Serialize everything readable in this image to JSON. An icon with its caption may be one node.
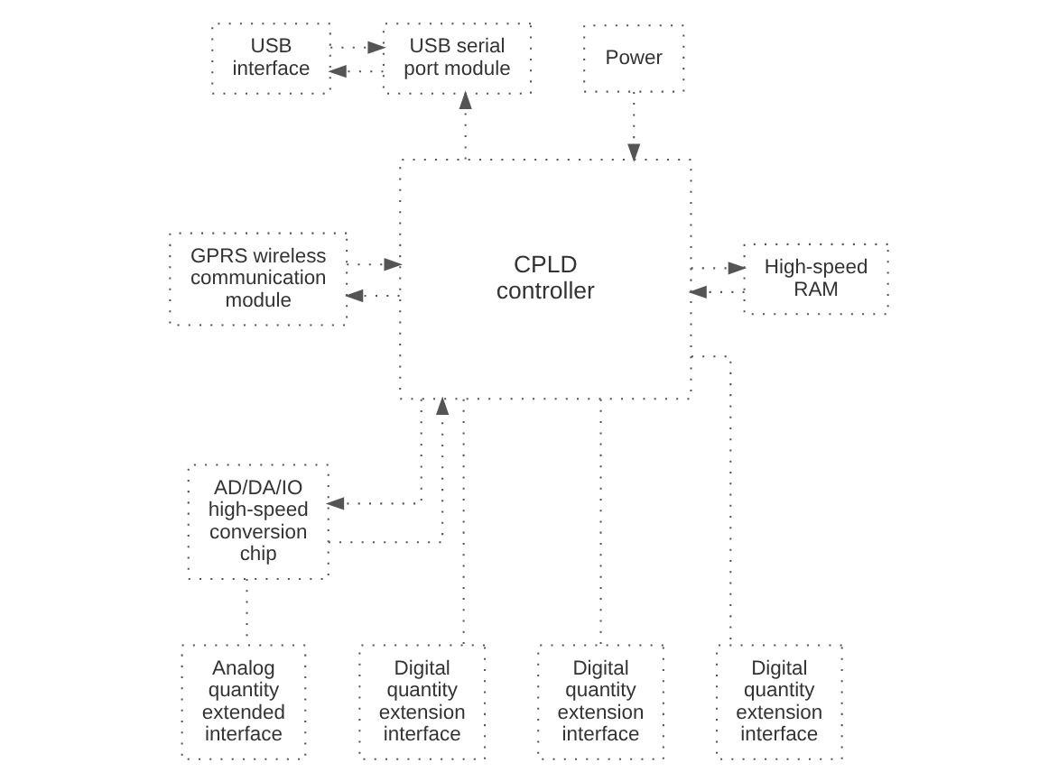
{
  "diagram": {
    "nodes": [
      {
        "text": [
          "USB interface"
        ]
      },
      {
        "text": [
          "USB serial port module"
        ]
      },
      {
        "text": [
          "Power"
        ]
      },
      {
        "text": [
          "GPRS wireless communication module"
        ]
      },
      {
        "text": [
          "CPLD controller"
        ]
      },
      {
        "text": [
          "High-speed RAM"
        ]
      },
      {
        "text": [
          "AD/DA/IO high-speed conversion chip"
        ]
      },
      {
        "text": [
          "Analog quantity extended interface"
        ]
      },
      {
        "text": [
          "Digital quantity extension interface"
        ]
      },
      {
        "text": [
          "Digital quantity extension interface"
        ]
      },
      {
        "text": [
          "Digital quantity extension interface"
        ]
      }
    ],
    "edges": [
      {
        "from": 0,
        "to": 1,
        "arrow": "to"
      },
      {
        "from": 1,
        "to": 0,
        "arrow": "to"
      },
      {
        "from": 4,
        "to": 1,
        "arrow": "to"
      },
      {
        "from": 2,
        "to": 4,
        "arrow": "to"
      },
      {
        "from": 3,
        "to": 4,
        "arrow": "to"
      },
      {
        "from": 4,
        "to": 3,
        "arrow": "to"
      },
      {
        "from": 4,
        "to": 5,
        "arrow": "to"
      },
      {
        "from": 5,
        "to": 4,
        "arrow": "to"
      },
      {
        "from": 4,
        "to": 6,
        "arrow": "to"
      },
      {
        "from": 6,
        "to": 4,
        "arrow": "to"
      },
      {
        "from": 6,
        "to": 7,
        "arrow": "none"
      },
      {
        "from": 4,
        "to": 8,
        "arrow": "none"
      },
      {
        "from": 4,
        "to": 9,
        "arrow": "none"
      },
      {
        "from": 4,
        "to": 10,
        "arrow": "none"
      }
    ]
  }
}
